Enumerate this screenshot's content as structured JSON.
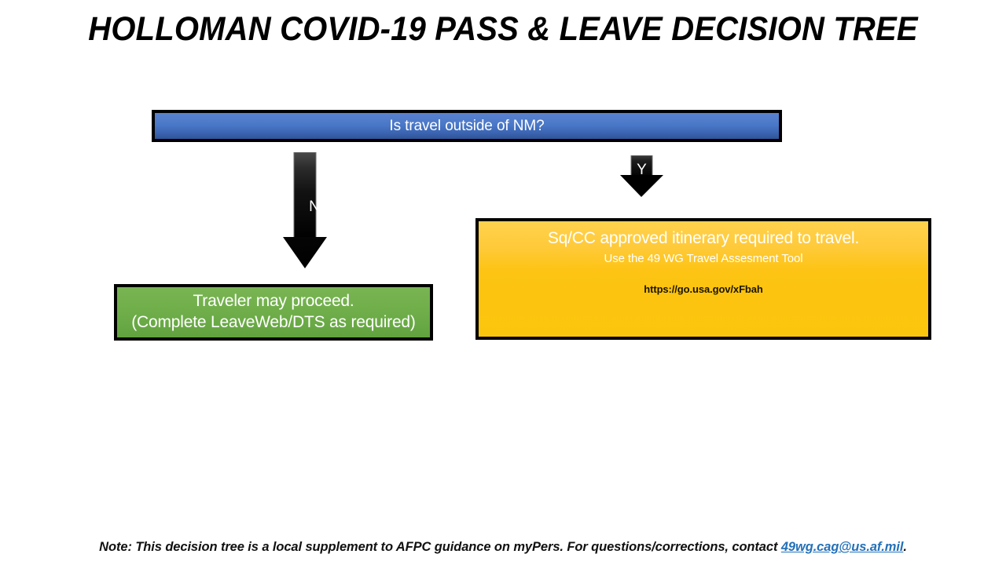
{
  "slide": {
    "title": "HOLLOMAN COVID-19 PASS & LEAVE DECISION TREE",
    "background_color": "#FFFFFF"
  },
  "diagram": {
    "type": "decision-tree",
    "question_node": {
      "text": "Is travel outside of NM?",
      "fill_color": "#4472C4",
      "text_color": "#FFFFFF",
      "border_color": "#000000"
    },
    "branches": [
      {
        "label": "N",
        "label_color": "#FFFFFF",
        "arrow_color": "#000000",
        "direction": "down",
        "leads_to": "proceed_node"
      },
      {
        "label": "Y",
        "label_color": "#FFFFFF",
        "arrow_color": "#000000",
        "direction": "down",
        "leads_to": "itinerary_node"
      }
    ],
    "proceed_node": {
      "line1": "Traveler may proceed.",
      "line2": "(Complete LeaveWeb/DTS as required)",
      "fill_color": "#70AD47",
      "text_color": "#FFFFFF",
      "border_color": "#000000"
    },
    "itinerary_node": {
      "headline": "Sq/CC approved itinerary required to travel.",
      "subline": "Use the 49 WG Travel Assesment Tool",
      "url": "https://go.usa.gov/xFbah",
      "fill_color": "#FFC000",
      "text_color": "#FFFFFF",
      "url_color": "#1A1405",
      "border_color": "#000000"
    }
  },
  "footer": {
    "note_prefix": "Note: This decision tree is a local supplement to AFPC guidance on myPers.  For questions/corrections,  contact ",
    "email": "49wg.cag@us.af.mil",
    "note_suffix": ".",
    "link_color": "#2370B8"
  }
}
